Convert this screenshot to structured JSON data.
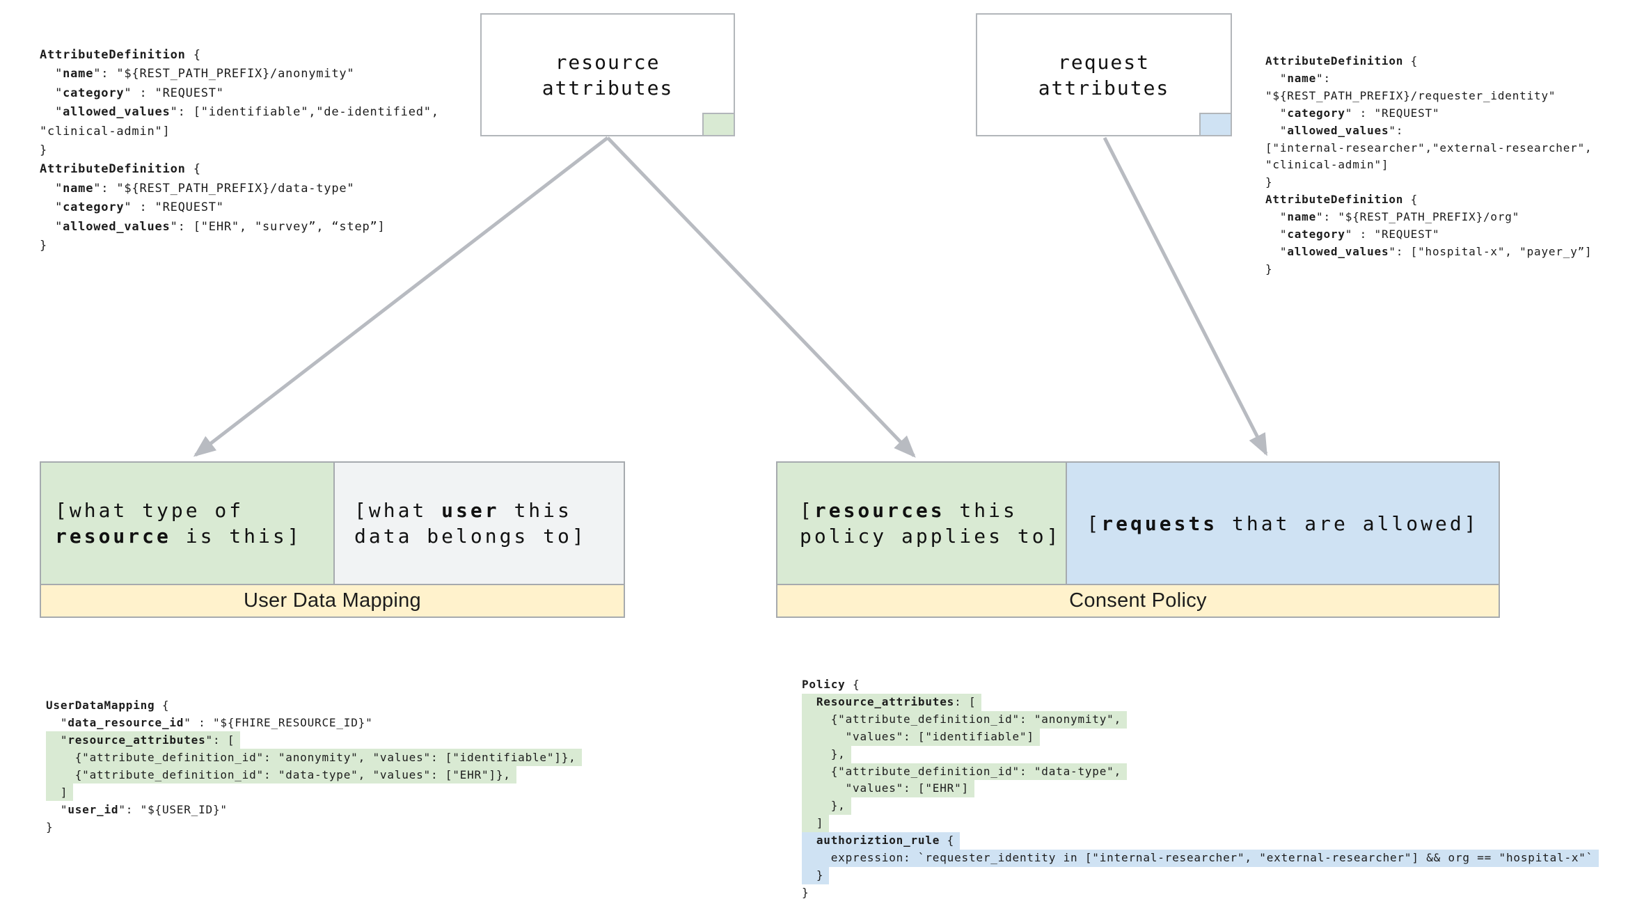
{
  "colors": {
    "green_fill": "#d9ead3",
    "blue_fill": "#cfe2f3",
    "yellow_fill": "#fff2cc",
    "panel_fill": "#f1f3f4",
    "shape_border": "#b2b6ba",
    "group_border": "#a6aaae",
    "arrow": "#b8bbc1",
    "code_text": "#1c1c1c",
    "highlight_green": "#d9ead3",
    "highlight_blue": "#cfe2f3"
  },
  "boxes": {
    "resource_attributes": {
      "label": "resource\nattributes",
      "corner_swatch": "green"
    },
    "request_attributes": {
      "label": "request\nattributes",
      "corner_swatch": "blue"
    }
  },
  "mapping_box": {
    "green_label": [
      {
        "seg": [
          {
            "t": "[what type of"
          }
        ]
      },
      {
        "seg": [
          {
            "t": "resource",
            "b": true
          },
          {
            "t": " is this]"
          }
        ]
      }
    ],
    "white_label": [
      {
        "seg": [
          {
            "t": "[what "
          },
          {
            "t": "user",
            "b": true
          },
          {
            "t": " this"
          }
        ]
      },
      {
        "seg": [
          {
            "t": "data belongs to]"
          }
        ]
      }
    ],
    "header": "User Data Mapping"
  },
  "policy_box": {
    "green_label": [
      {
        "seg": [
          {
            "t": "["
          },
          {
            "t": "resources",
            "b": true
          },
          {
            "t": " this"
          }
        ]
      },
      {
        "seg": [
          {
            "t": "policy applies to]"
          }
        ]
      }
    ],
    "blue_label": [
      {
        "seg": [
          {
            "t": "["
          },
          {
            "t": "requests",
            "b": true
          },
          {
            "t": " that are allowed]"
          }
        ]
      }
    ],
    "header": "Consent Policy"
  },
  "code_blocks": {
    "attr_def_left": {
      "lines": [
        {
          "seg": [
            {
              "t": "AttributeDefinition",
              "b": true
            },
            {
              "t": " {"
            }
          ]
        },
        {
          "seg": [
            {
              "t": "  \""
            },
            {
              "t": "name",
              "b": true
            },
            {
              "t": "\": \"${REST_PATH_PREFIX}/anonymity\""
            }
          ]
        },
        {
          "seg": [
            {
              "t": "  \""
            },
            {
              "t": "category",
              "b": true
            },
            {
              "t": "\" : \"REQUEST\""
            }
          ]
        },
        {
          "seg": [
            {
              "t": "  \""
            },
            {
              "t": "allowed_values",
              "b": true
            },
            {
              "t": "\": [\"identifiable\",\"de-identified\","
            }
          ]
        },
        {
          "seg": [
            {
              "t": "\"clinical-admin\"]"
            }
          ]
        },
        {
          "seg": [
            {
              "t": "}"
            }
          ]
        },
        {
          "seg": [
            {
              "t": "AttributeDefinition",
              "b": true
            },
            {
              "t": " {"
            }
          ]
        },
        {
          "seg": [
            {
              "t": "  \""
            },
            {
              "t": "name",
              "b": true
            },
            {
              "t": "\": \"${REST_PATH_PREFIX}/data-type\""
            }
          ]
        },
        {
          "seg": [
            {
              "t": "  \""
            },
            {
              "t": "category",
              "b": true
            },
            {
              "t": "\" : \"REQUEST\""
            }
          ]
        },
        {
          "seg": [
            {
              "t": "  \""
            },
            {
              "t": "allowed_values",
              "b": true
            },
            {
              "t": "\": [\"EHR\", \"survey”, “step”]"
            }
          ]
        },
        {
          "seg": [
            {
              "t": "}"
            }
          ]
        }
      ]
    },
    "attr_def_right": {
      "lines": [
        {
          "seg": [
            {
              "t": "AttributeDefinition",
              "b": true
            },
            {
              "t": " {"
            }
          ]
        },
        {
          "seg": [
            {
              "t": "  \""
            },
            {
              "t": "name",
              "b": true
            },
            {
              "t": "\":"
            }
          ]
        },
        {
          "seg": [
            {
              "t": "\"${REST_PATH_PREFIX}/requester_identity\""
            }
          ]
        },
        {
          "seg": [
            {
              "t": "  \""
            },
            {
              "t": "category",
              "b": true
            },
            {
              "t": "\" : \"REQUEST\""
            }
          ]
        },
        {
          "seg": [
            {
              "t": "  \""
            },
            {
              "t": "allowed_values",
              "b": true
            },
            {
              "t": "\":"
            }
          ]
        },
        {
          "seg": [
            {
              "t": "[\"internal-researcher\",\"external-researcher\","
            }
          ]
        },
        {
          "seg": [
            {
              "t": "\"clinical-admin\"]"
            }
          ]
        },
        {
          "seg": [
            {
              "t": "}"
            }
          ]
        },
        {
          "seg": [
            {
              "t": "AttributeDefinition",
              "b": true
            },
            {
              "t": " {"
            }
          ]
        },
        {
          "seg": [
            {
              "t": "  \""
            },
            {
              "t": "name",
              "b": true
            },
            {
              "t": "\": \"${REST_PATH_PREFIX}/org\""
            }
          ]
        },
        {
          "seg": [
            {
              "t": "  \""
            },
            {
              "t": "category",
              "b": true
            },
            {
              "t": "\" : \"REQUEST\""
            }
          ]
        },
        {
          "seg": [
            {
              "t": "  \""
            },
            {
              "t": "allowed_values",
              "b": true
            },
            {
              "t": "\": [\"hospital-x\", \"payer_y”]"
            }
          ]
        },
        {
          "seg": [
            {
              "t": "}"
            }
          ]
        }
      ]
    },
    "user_data_mapping": {
      "lines": [
        {
          "seg": [
            {
              "t": "UserDataMapping",
              "b": true
            },
            {
              "t": " {"
            }
          ]
        },
        {
          "seg": [
            {
              "t": "  \""
            },
            {
              "t": "data_resource_id",
              "b": true
            },
            {
              "t": "\" : \"${FHIRE_RESOURCE_ID}\""
            }
          ]
        },
        {
          "hl": "green",
          "seg": [
            {
              "t": "  \""
            },
            {
              "t": "resource_attributes",
              "b": true
            },
            {
              "t": "\": ["
            }
          ]
        },
        {
          "hl": "green",
          "seg": [
            {
              "t": "    {\"attribute_definition_id\": \"anonymity\", \"values\": [\"identifiable\"]},"
            }
          ]
        },
        {
          "hl": "green",
          "seg": [
            {
              "t": "    {\"attribute_definition_id\": \"data-type\", \"values\": [\"EHR\"]},"
            }
          ]
        },
        {
          "hl": "green",
          "seg": [
            {
              "t": "  ]"
            }
          ]
        },
        {
          "seg": [
            {
              "t": "  \""
            },
            {
              "t": "user_id",
              "b": true
            },
            {
              "t": "\": \"${USER_ID}\""
            }
          ]
        },
        {
          "seg": [
            {
              "t": "}"
            }
          ]
        }
      ]
    },
    "policy": {
      "lines": [
        {
          "seg": [
            {
              "t": "Policy",
              "b": true
            },
            {
              "t": " {"
            }
          ]
        },
        {
          "hl": "green",
          "seg": [
            {
              "t": "  "
            },
            {
              "t": "Resource_attributes",
              "b": true
            },
            {
              "t": ": ["
            }
          ]
        },
        {
          "hl": "green",
          "seg": [
            {
              "t": "    {\"attribute_definition_id\": \"anonymity\","
            }
          ]
        },
        {
          "hl": "green",
          "seg": [
            {
              "t": "      \"values\": [\"identifiable\"]"
            }
          ]
        },
        {
          "hl": "green",
          "seg": [
            {
              "t": "    },"
            }
          ]
        },
        {
          "hl": "green",
          "seg": [
            {
              "t": "    {\"attribute_definition_id\": \"data-type\","
            }
          ]
        },
        {
          "hl": "green",
          "seg": [
            {
              "t": "      \"values\": [\"EHR\"]"
            }
          ]
        },
        {
          "hl": "green",
          "seg": [
            {
              "t": "    },"
            }
          ]
        },
        {
          "hl": "green",
          "seg": [
            {
              "t": "  ]"
            }
          ]
        },
        {
          "hl": "blue",
          "seg": [
            {
              "t": "  "
            },
            {
              "t": "authoriztion_rule",
              "b": true
            },
            {
              "t": " {"
            }
          ]
        },
        {
          "hl": "blue",
          "seg": [
            {
              "t": "    expression: `requester_identity in [\"internal-researcher\", \"external-researcher\"] && org == \"hospital-x\"`"
            }
          ]
        },
        {
          "hl": "blue",
          "seg": [
            {
              "t": "  }"
            }
          ]
        },
        {
          "seg": [
            {
              "t": "}"
            }
          ]
        }
      ]
    }
  }
}
